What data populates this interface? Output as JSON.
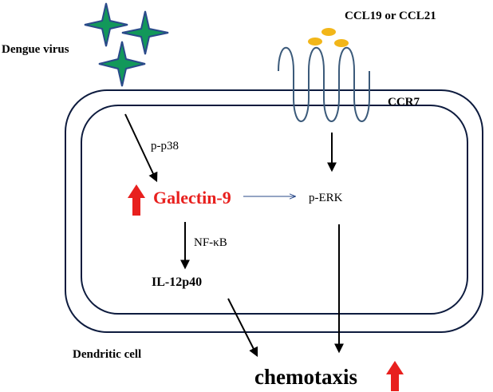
{
  "labels": {
    "virus": "Dengue virus",
    "ligands": "CCL19 or CCL21",
    "receptor": "CCR7",
    "p38": "p-p38",
    "galectin": "Galectin-9",
    "perk": "p-ERK",
    "nfkb": "NF-κB",
    "il12": "IL-12p40",
    "cell": "Dendritic cell",
    "chemotaxis": "chemotaxis"
  },
  "colors": {
    "membrane": "#0d1b3e",
    "virus_fill": "#12985a",
    "virus_stroke": "#2a4a8a",
    "ligand": "#f2b619",
    "receptor": "#3b5a7a",
    "upregulation_arrow": "#e8201e",
    "galectin_text": "#e8201e",
    "thin_arrow": "#2a4a8a"
  },
  "icons": {
    "virus": "four-point-star-icon",
    "ligand": "ellipse-dot-icon",
    "upregulation": "red-up-arrow-icon"
  }
}
